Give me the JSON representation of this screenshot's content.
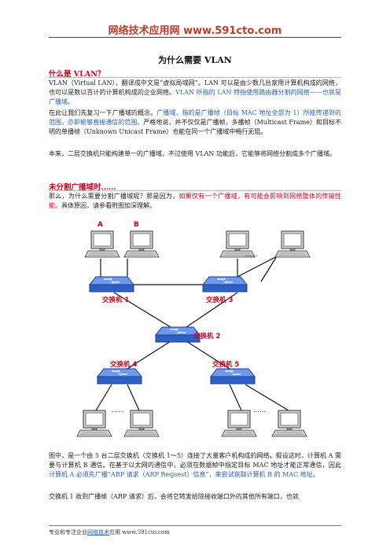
{
  "header": {
    "site": "网络技术应用网 www.591cto.com"
  },
  "title": "为什么需要 VLAN",
  "section1": {
    "heading": "什么是 VLAN？",
    "p1_a": "VLAN（Virtual LAN），翻译成中文是“虚拟局域网”。LAN 可以是由少数几台家用计算机构成的网络，也可以是数以百计的计算机构成的企业网络。",
    "p1_b": "VLAN 所指的 LAN 特指使用路由器分割的网络——也就是广播域。",
    "p2_a": "在此让我们先复习一下广播域的概念。",
    "p2_b": "广播域，指的是广播帧（目标 MAC 地址全部为 1）所能传递到的范围，亦即能够直接通信的范围。",
    "p2_c": "严格地说，并不仅仅是广播帧，多播帧（Multicast Frame）和目标不明的单播帧（Unknown Unicast Frame）也能在同一个广播域中畅行无阻。",
    "p3": "本来，二层交换机只能构建单一的广播域，不过使用 VLAN 功能后，它能够将网络分割成多个广播域。"
  },
  "section2": {
    "heading": "未分割广播域时……",
    "p1_a": "那么，为什么需要分割广播域呢？那是因为，",
    "p1_b": "如果仅有一个广播域，有可能会影响到网络整体的传输性能。",
    "p1_c": "具体原因，请参看附图加深理解。"
  },
  "diagram": {
    "pc_a": "A",
    "pc_b": "B",
    "ellipsis": "……",
    "switch1": "交换机 1",
    "switch2": "交换机 2",
    "switch3": "交换机 3",
    "switch4": "交换机 4",
    "switch5": "交换机 5",
    "label_color": "#d0021b",
    "switch_color": "#3a6fd8"
  },
  "section3": {
    "p1": "图中，是一个由 5 台二层交换机（交换机 1～5）连接了大量客户机构成的网络。假设这时，计算机 A 需要与计算机 B 通信。在基于以太网的通信中，必须在数据帧中指定目标 MAC 地址才能正常通信，因此",
    "p1_blue": "计算机 A 必须先广播“ARP 请求（ARP Request）信息”，来尝试获取计算机 B 的 MAC 地址。",
    "p2": "交换机 1 收到广播帧（ARP 请求）后，会将它转发给除接收端口外的其他所有端口，也就"
  },
  "footer": {
    "prefix": "专业和专注企业",
    "link": "网络技术",
    "suffix": "应用 www.591cto.com"
  }
}
